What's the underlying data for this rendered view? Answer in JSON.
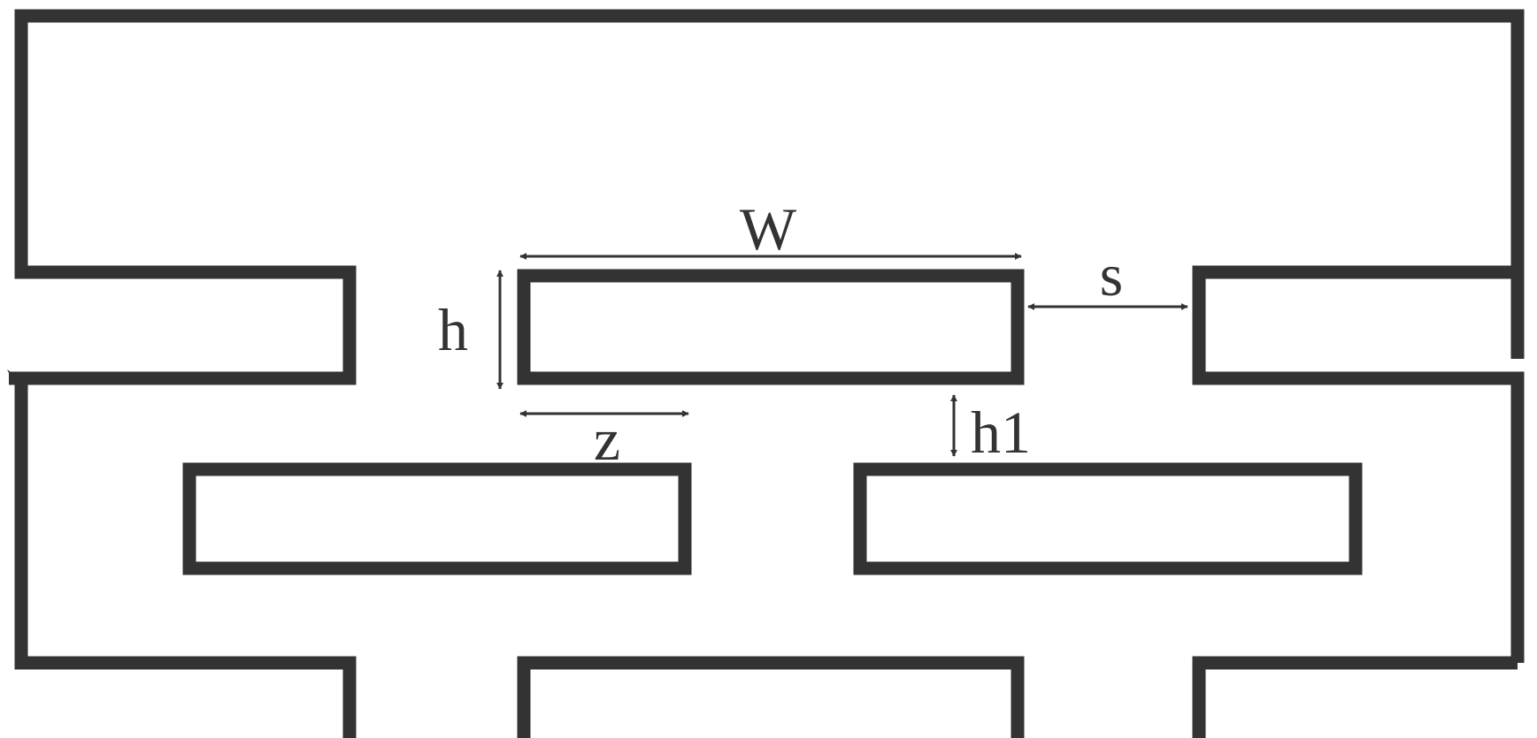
{
  "colors": {
    "line": "#333333",
    "background": "#ffffff"
  },
  "labels": {
    "w": "W",
    "s": "s",
    "h": "h",
    "z": "z",
    "h1": "h1"
  }
}
